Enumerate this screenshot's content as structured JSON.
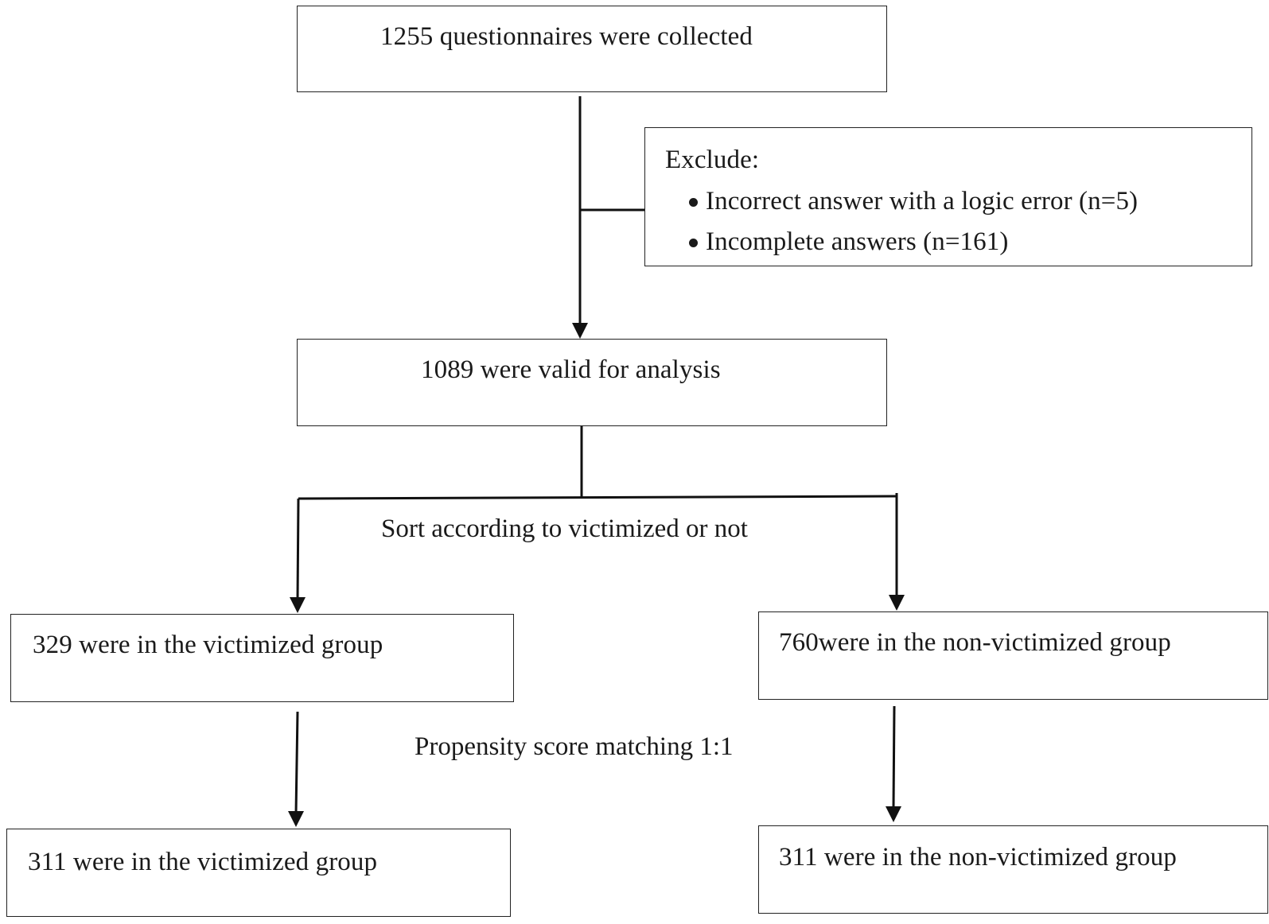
{
  "boxes": {
    "collected": "1255 questionnaires were collected",
    "exclude_title": "Exclude:",
    "exclude_items": [
      "Incorrect answer with a logic error (n=5)",
      "Incomplete answers (n=161)"
    ],
    "valid": "1089 were valid for analysis",
    "victimized": "329 were in the victimized group",
    "non_victimized": "760were in the non-victimized group",
    "matched_victimized": "311 were in the victimized group",
    "matched_non_victimized": "311 were in the non-victimized group"
  },
  "labels": {
    "sort": "Sort according to victimized or not",
    "matching": "Propensity score matching 1:1"
  }
}
